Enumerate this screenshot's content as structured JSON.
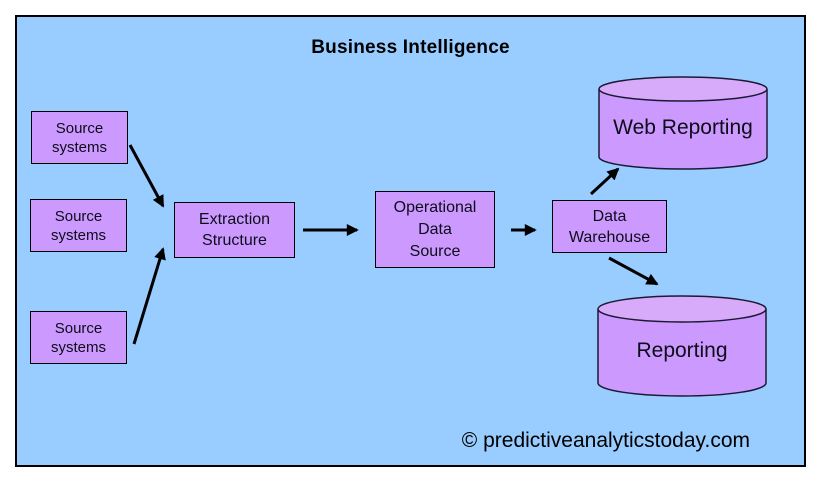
{
  "diagram": {
    "title": "Business Intelligence",
    "copyright": "© predictiveanalyticstoday.com",
    "colors": {
      "page_bg": "#ffffff",
      "panel_bg": "#99ccff",
      "panel_border": "#000000",
      "node_fill": "#cc99ff",
      "node_border": "#000000",
      "cylinder_body_fill": "#cc99ff",
      "cylinder_top_fill": "#d7abfa",
      "arrow_color": "#000000",
      "text_color": "#0d0d1a"
    },
    "nodes": {
      "source1": {
        "label": "Source\nsystems",
        "shape": "rect"
      },
      "source2": {
        "label": "Source\nsystems",
        "shape": "rect"
      },
      "source3": {
        "label": "Source\nsystems",
        "shape": "rect"
      },
      "extraction": {
        "label": "Extraction\nStructure",
        "shape": "rect"
      },
      "operational": {
        "label": "Operational\nData\nSource",
        "shape": "rect"
      },
      "warehouse": {
        "label": "Data\nWarehouse",
        "shape": "rect"
      },
      "web_reporting": {
        "label": "Web Reporting",
        "shape": "cylinder"
      },
      "reporting": {
        "label": "Reporting",
        "shape": "cylinder"
      }
    },
    "edges": [
      {
        "from": "source1",
        "to": "extraction"
      },
      {
        "from": "source3",
        "to": "extraction"
      },
      {
        "from": "extraction",
        "to": "operational"
      },
      {
        "from": "operational",
        "to": "warehouse"
      },
      {
        "from": "warehouse",
        "to": "web_reporting"
      },
      {
        "from": "warehouse",
        "to": "reporting"
      }
    ]
  }
}
